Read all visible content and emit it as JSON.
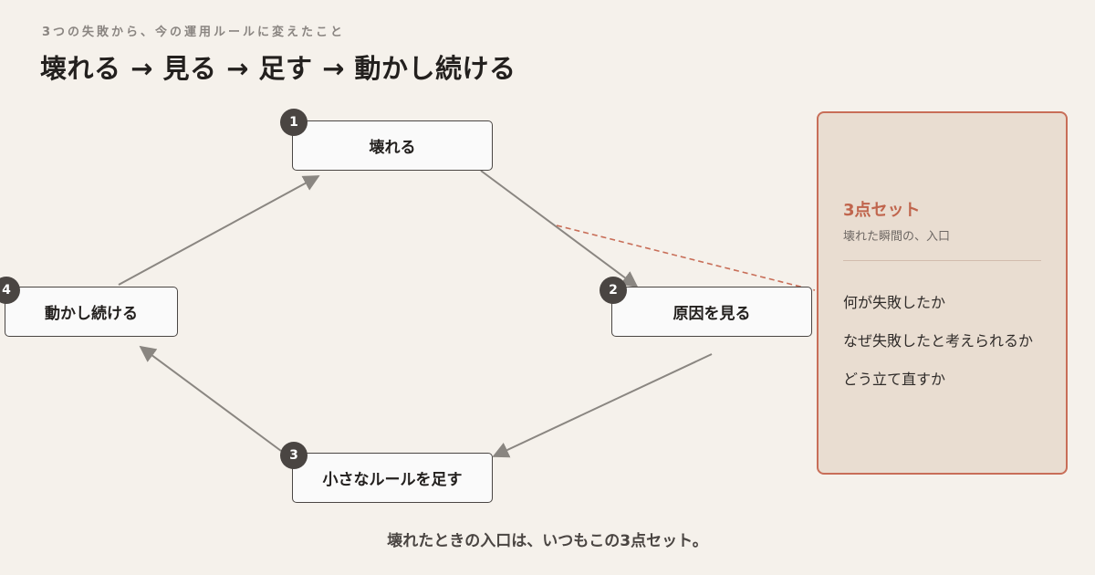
{
  "header": {
    "subtitle": "3つの失敗から、今の運用ルールに変えたこと",
    "title": "壊れる → 見る → 足す → 動かし続ける"
  },
  "cycle": {
    "steps": [
      {
        "number": "1",
        "label": "壊れる"
      },
      {
        "number": "2",
        "label": "原因を見る"
      },
      {
        "number": "3",
        "label": "小さなルールを足す"
      },
      {
        "number": "4",
        "label": "動かし続ける"
      }
    ]
  },
  "panel": {
    "title": "3点セット",
    "subtitle": "壊れた瞬間の、入口",
    "items": [
      "何が失敗したか",
      "なぜ失敗したと考えられるか",
      "どう立て直すか"
    ]
  },
  "footer": {
    "caption": "壊れたときの入口は、いつもこの3点セット。"
  },
  "colors": {
    "background": "#f5f1eb",
    "accent": "#c86e58",
    "panel_background": "#e9ddd1",
    "badge": "#4a4542",
    "arrow": "#8a8681"
  }
}
